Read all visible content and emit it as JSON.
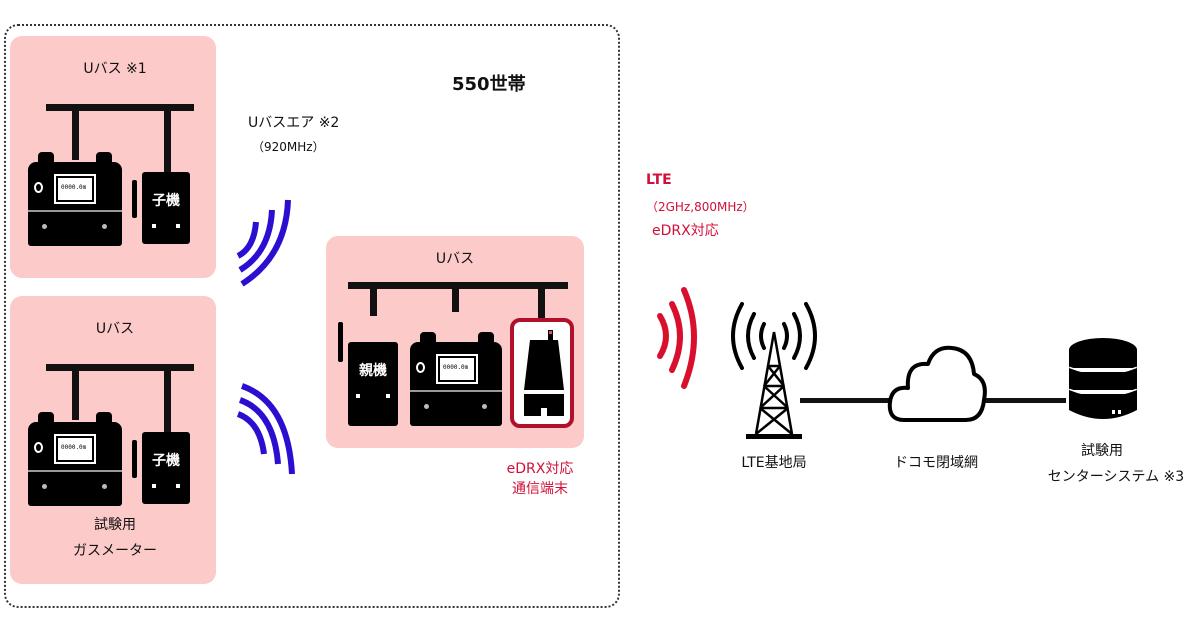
{
  "diagram": {
    "households_label": "550世帯",
    "panels": {
      "top_left": {
        "title": "Uバス ※1",
        "child_label": "子機"
      },
      "bottom_left": {
        "title": "Uバス",
        "child_label": "子機",
        "caption_line1": "試験用",
        "caption_line2": "ガスメーター"
      },
      "center": {
        "title": "Uバス",
        "parent_label": "親機",
        "terminal_caption_line1": "eDRX対応",
        "terminal_caption_line2": "通信端末"
      }
    },
    "meter_display_text": "0000.0m",
    "uバスエア": {
      "line1": "Uバスエア ※2",
      "line2": "（920MHz）"
    },
    "lte": {
      "line1": "LTE",
      "line2": "（2GHz,800MHz）",
      "line3": "eDRX対応"
    },
    "nodes": {
      "base_station": "LTE基地局",
      "network": "ドコモ閉域網",
      "center_line1": "試験用",
      "center_line2": "センターシステム ※3"
    },
    "colors": {
      "panel_bg": "#fdcaca",
      "accent_red": "#d0103a",
      "radio_blue": "#2a0fd0",
      "lte_wave_red": "#d8102e"
    }
  }
}
